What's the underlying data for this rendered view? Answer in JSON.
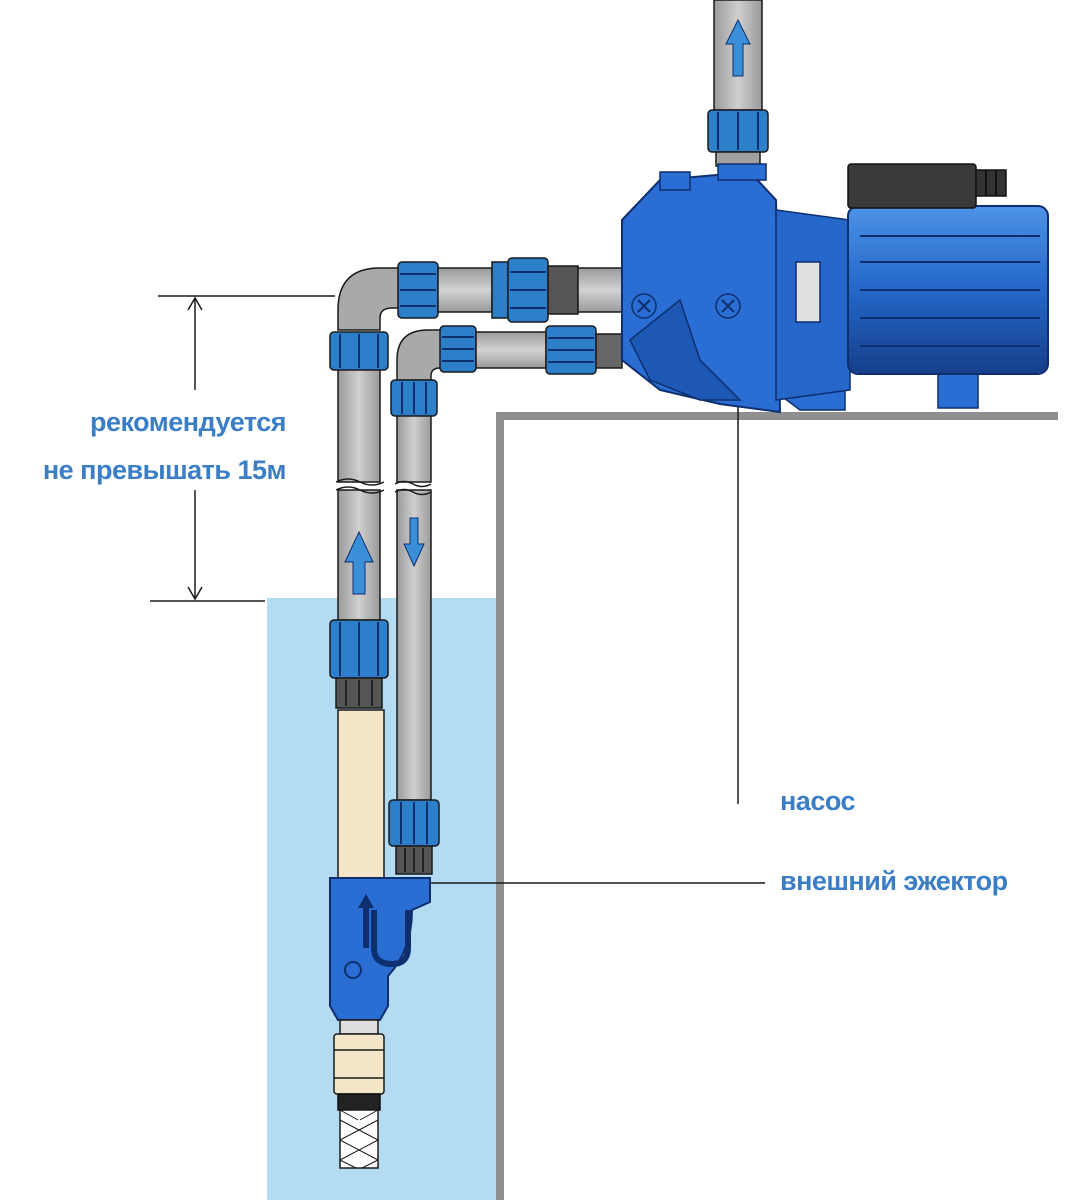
{
  "labels": {
    "depth_line1": "рекомендуется",
    "depth_line2": "не превышать 15м",
    "pump": "насос",
    "ejector": "внешний эжектор"
  },
  "colors": {
    "water": "#b3dcf2",
    "pipe_grey": "#b9b9b9",
    "pipe_dark": "#8a8a8a",
    "blue_fitting": "#2e7fc9",
    "pump_blue": "#2a6ed4",
    "pump_dark": "#0d2f6e",
    "arrow_blue": "#3b8fd9",
    "suction_pipe": "#f3e6c8",
    "label": "#3b7ec6",
    "outline": "#1a1a1a"
  }
}
